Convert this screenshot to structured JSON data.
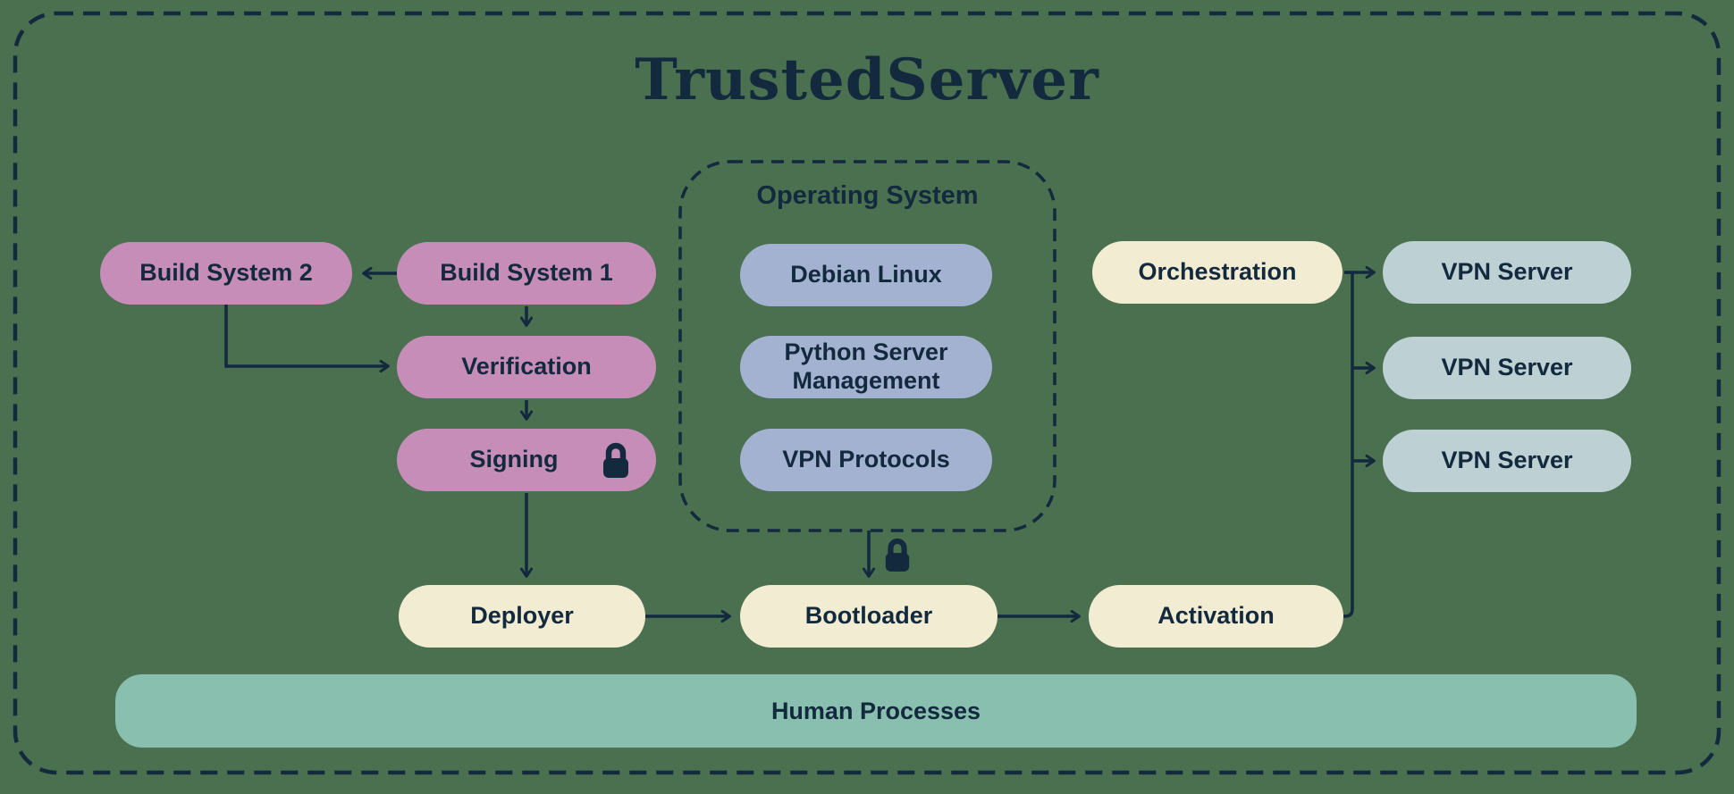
{
  "title": "TrustedServer",
  "colors": {
    "bg": "#4a7050",
    "ink": "#13293e",
    "pink": "#c68db8",
    "periwinkle": "#a4b2d2",
    "cream": "#f2ecd2",
    "lightblue": "#bdd0d3",
    "teal": "#88bfae"
  },
  "groups": {
    "operating_system": {
      "label": "Operating System",
      "items": [
        "Debian Linux",
        "Python Server Management",
        "VPN Protocols"
      ]
    }
  },
  "nodes": {
    "build_system_2": {
      "label": "Build System 2"
    },
    "build_system_1": {
      "label": "Build System 1"
    },
    "verification": {
      "label": "Verification"
    },
    "signing": {
      "label": "Signing",
      "icon": "lock-icon"
    },
    "deployer": {
      "label": "Deployer"
    },
    "bootloader": {
      "label": "Bootloader",
      "icon": "lock-icon"
    },
    "orchestration": {
      "label": "Orchestration"
    },
    "activation": {
      "label": "Activation"
    },
    "vpn_server_1": {
      "label": "VPN Server"
    },
    "vpn_server_2": {
      "label": "VPN Server"
    },
    "vpn_server_3": {
      "label": "VPN Server"
    },
    "human_processes": {
      "label": "Human Processes"
    }
  },
  "icons": {
    "lock": "lock-icon"
  }
}
